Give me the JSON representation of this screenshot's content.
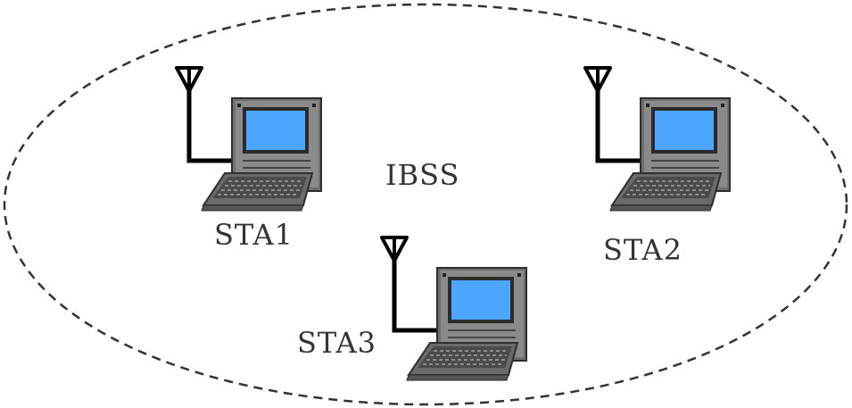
{
  "diagram": {
    "network_label": "IBSS",
    "stations": [
      {
        "label": "STA1"
      },
      {
        "label": "STA2"
      },
      {
        "label": "STA3"
      }
    ],
    "colors": {
      "screen": "#4da6ff",
      "laptop_body": "#7a7a7a",
      "laptop_dark": "#3a3a3a",
      "keyboard": "#555555",
      "antenna": "#000000",
      "boundary": "#333333"
    },
    "icons": {
      "station": "laptop-icon",
      "antenna": "antenna-icon"
    }
  }
}
